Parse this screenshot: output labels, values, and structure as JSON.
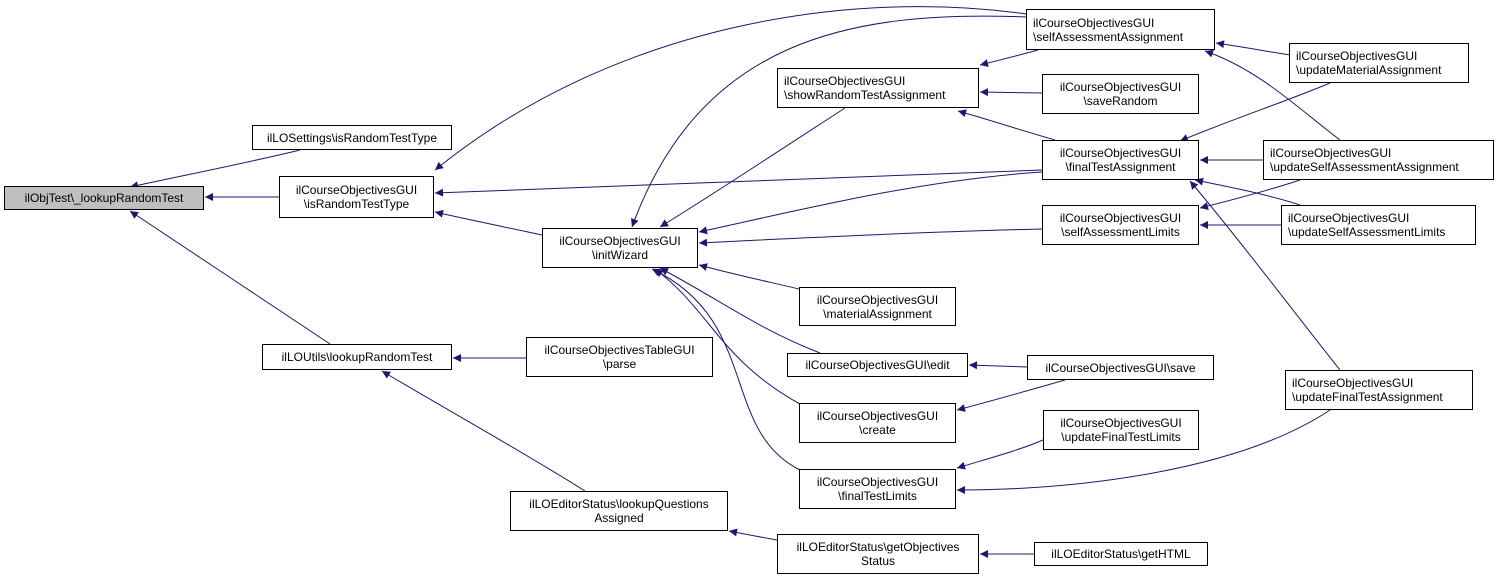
{
  "diagram": {
    "type": "call-graph",
    "root": "n0",
    "colors": {
      "edge": "#191970",
      "root_fill": "#bfbfbf",
      "node_fill": "#ffffff",
      "node_border": "#000000"
    },
    "nodes": [
      {
        "id": "n0",
        "lines": [
          "ilObjTest\\_lookupRandomTest"
        ]
      },
      {
        "id": "n1",
        "lines": [
          "ilLOSettings\\isRandomTestType"
        ]
      },
      {
        "id": "n2",
        "lines": [
          "ilCourseObjectivesGUI",
          "\\isRandomTestType"
        ]
      },
      {
        "id": "n3",
        "lines": [
          "ilLOUtils\\lookupRandomTest"
        ]
      },
      {
        "id": "n4",
        "lines": [
          "ilCourseObjectivesGUI",
          "\\initWizard"
        ]
      },
      {
        "id": "n5",
        "lines": [
          "ilCourseObjectivesTableGUI",
          "\\parse"
        ]
      },
      {
        "id": "n6",
        "lines": [
          "ilLOEditorStatus\\lookupQuestions",
          "Assigned"
        ]
      },
      {
        "id": "n7",
        "lines": [
          "ilCourseObjectivesGUI",
          "\\showRandomTestAssignment"
        ]
      },
      {
        "id": "n8",
        "lines": [
          "ilCourseObjectivesGUI",
          "\\selfAssessmentAssignment"
        ]
      },
      {
        "id": "n9",
        "lines": [
          "ilCourseObjectivesGUI",
          "\\saveRandom"
        ]
      },
      {
        "id": "n10",
        "lines": [
          "ilCourseObjectivesGUI",
          "\\finalTestAssignment"
        ]
      },
      {
        "id": "n11",
        "lines": [
          "ilCourseObjectivesGUI",
          "\\selfAssessmentLimits"
        ]
      },
      {
        "id": "n12",
        "lines": [
          "ilCourseObjectivesGUI",
          "\\materialAssignment"
        ]
      },
      {
        "id": "n13",
        "lines": [
          "ilCourseObjectivesGUI\\edit"
        ]
      },
      {
        "id": "n14",
        "lines": [
          "ilCourseObjectivesGUI",
          "\\create"
        ]
      },
      {
        "id": "n15",
        "lines": [
          "ilCourseObjectivesGUI",
          "\\finalTestLimits"
        ]
      },
      {
        "id": "n16",
        "lines": [
          "ilLOEditorStatus\\getObjectives",
          "Status"
        ]
      },
      {
        "id": "n17",
        "lines": [
          "ilCourseObjectivesGUI",
          "\\updateMaterialAssignment"
        ]
      },
      {
        "id": "n18",
        "lines": [
          "ilCourseObjectivesGUI",
          "\\updateSelfAssessmentAssignment"
        ]
      },
      {
        "id": "n19",
        "lines": [
          "ilCourseObjectivesGUI",
          "\\updateSelfAssessmentLimits"
        ]
      },
      {
        "id": "n20",
        "lines": [
          "ilCourseObjectivesGUI\\save"
        ]
      },
      {
        "id": "n21",
        "lines": [
          "ilCourseObjectivesGUI",
          "\\updateFinalTestLimits"
        ]
      },
      {
        "id": "n22",
        "lines": [
          "ilCourseObjectivesGUI",
          "\\updateFinalTestAssignment"
        ]
      },
      {
        "id": "n23",
        "lines": [
          "ilLOEditorStatus\\getHTML"
        ]
      }
    ],
    "edges": [
      {
        "from": "n1",
        "to": "n0"
      },
      {
        "from": "n2",
        "to": "n0"
      },
      {
        "from": "n3",
        "to": "n0"
      },
      {
        "from": "n4",
        "to": "n2"
      },
      {
        "from": "n8",
        "to": "n2"
      },
      {
        "from": "n10",
        "to": "n2"
      },
      {
        "from": "n5",
        "to": "n3"
      },
      {
        "from": "n6",
        "to": "n3"
      },
      {
        "from": "n16",
        "to": "n6"
      },
      {
        "from": "n7",
        "to": "n4"
      },
      {
        "from": "n8",
        "to": "n4"
      },
      {
        "from": "n10",
        "to": "n4"
      },
      {
        "from": "n11",
        "to": "n4"
      },
      {
        "from": "n12",
        "to": "n4"
      },
      {
        "from": "n13",
        "to": "n4"
      },
      {
        "from": "n14",
        "to": "n4"
      },
      {
        "from": "n15",
        "to": "n4"
      },
      {
        "from": "n8",
        "to": "n7"
      },
      {
        "from": "n9",
        "to": "n7"
      },
      {
        "from": "n10",
        "to": "n7"
      },
      {
        "from": "n17",
        "to": "n8"
      },
      {
        "from": "n18",
        "to": "n8"
      },
      {
        "from": "n17",
        "to": "n10"
      },
      {
        "from": "n18",
        "to": "n10"
      },
      {
        "from": "n19",
        "to": "n10"
      },
      {
        "from": "n22",
        "to": "n10"
      },
      {
        "from": "n18",
        "to": "n11"
      },
      {
        "from": "n19",
        "to": "n11"
      },
      {
        "from": "n20",
        "to": "n13"
      },
      {
        "from": "n20",
        "to": "n14"
      },
      {
        "from": "n21",
        "to": "n15"
      },
      {
        "from": "n22",
        "to": "n15"
      },
      {
        "from": "n23",
        "to": "n16"
      }
    ]
  }
}
